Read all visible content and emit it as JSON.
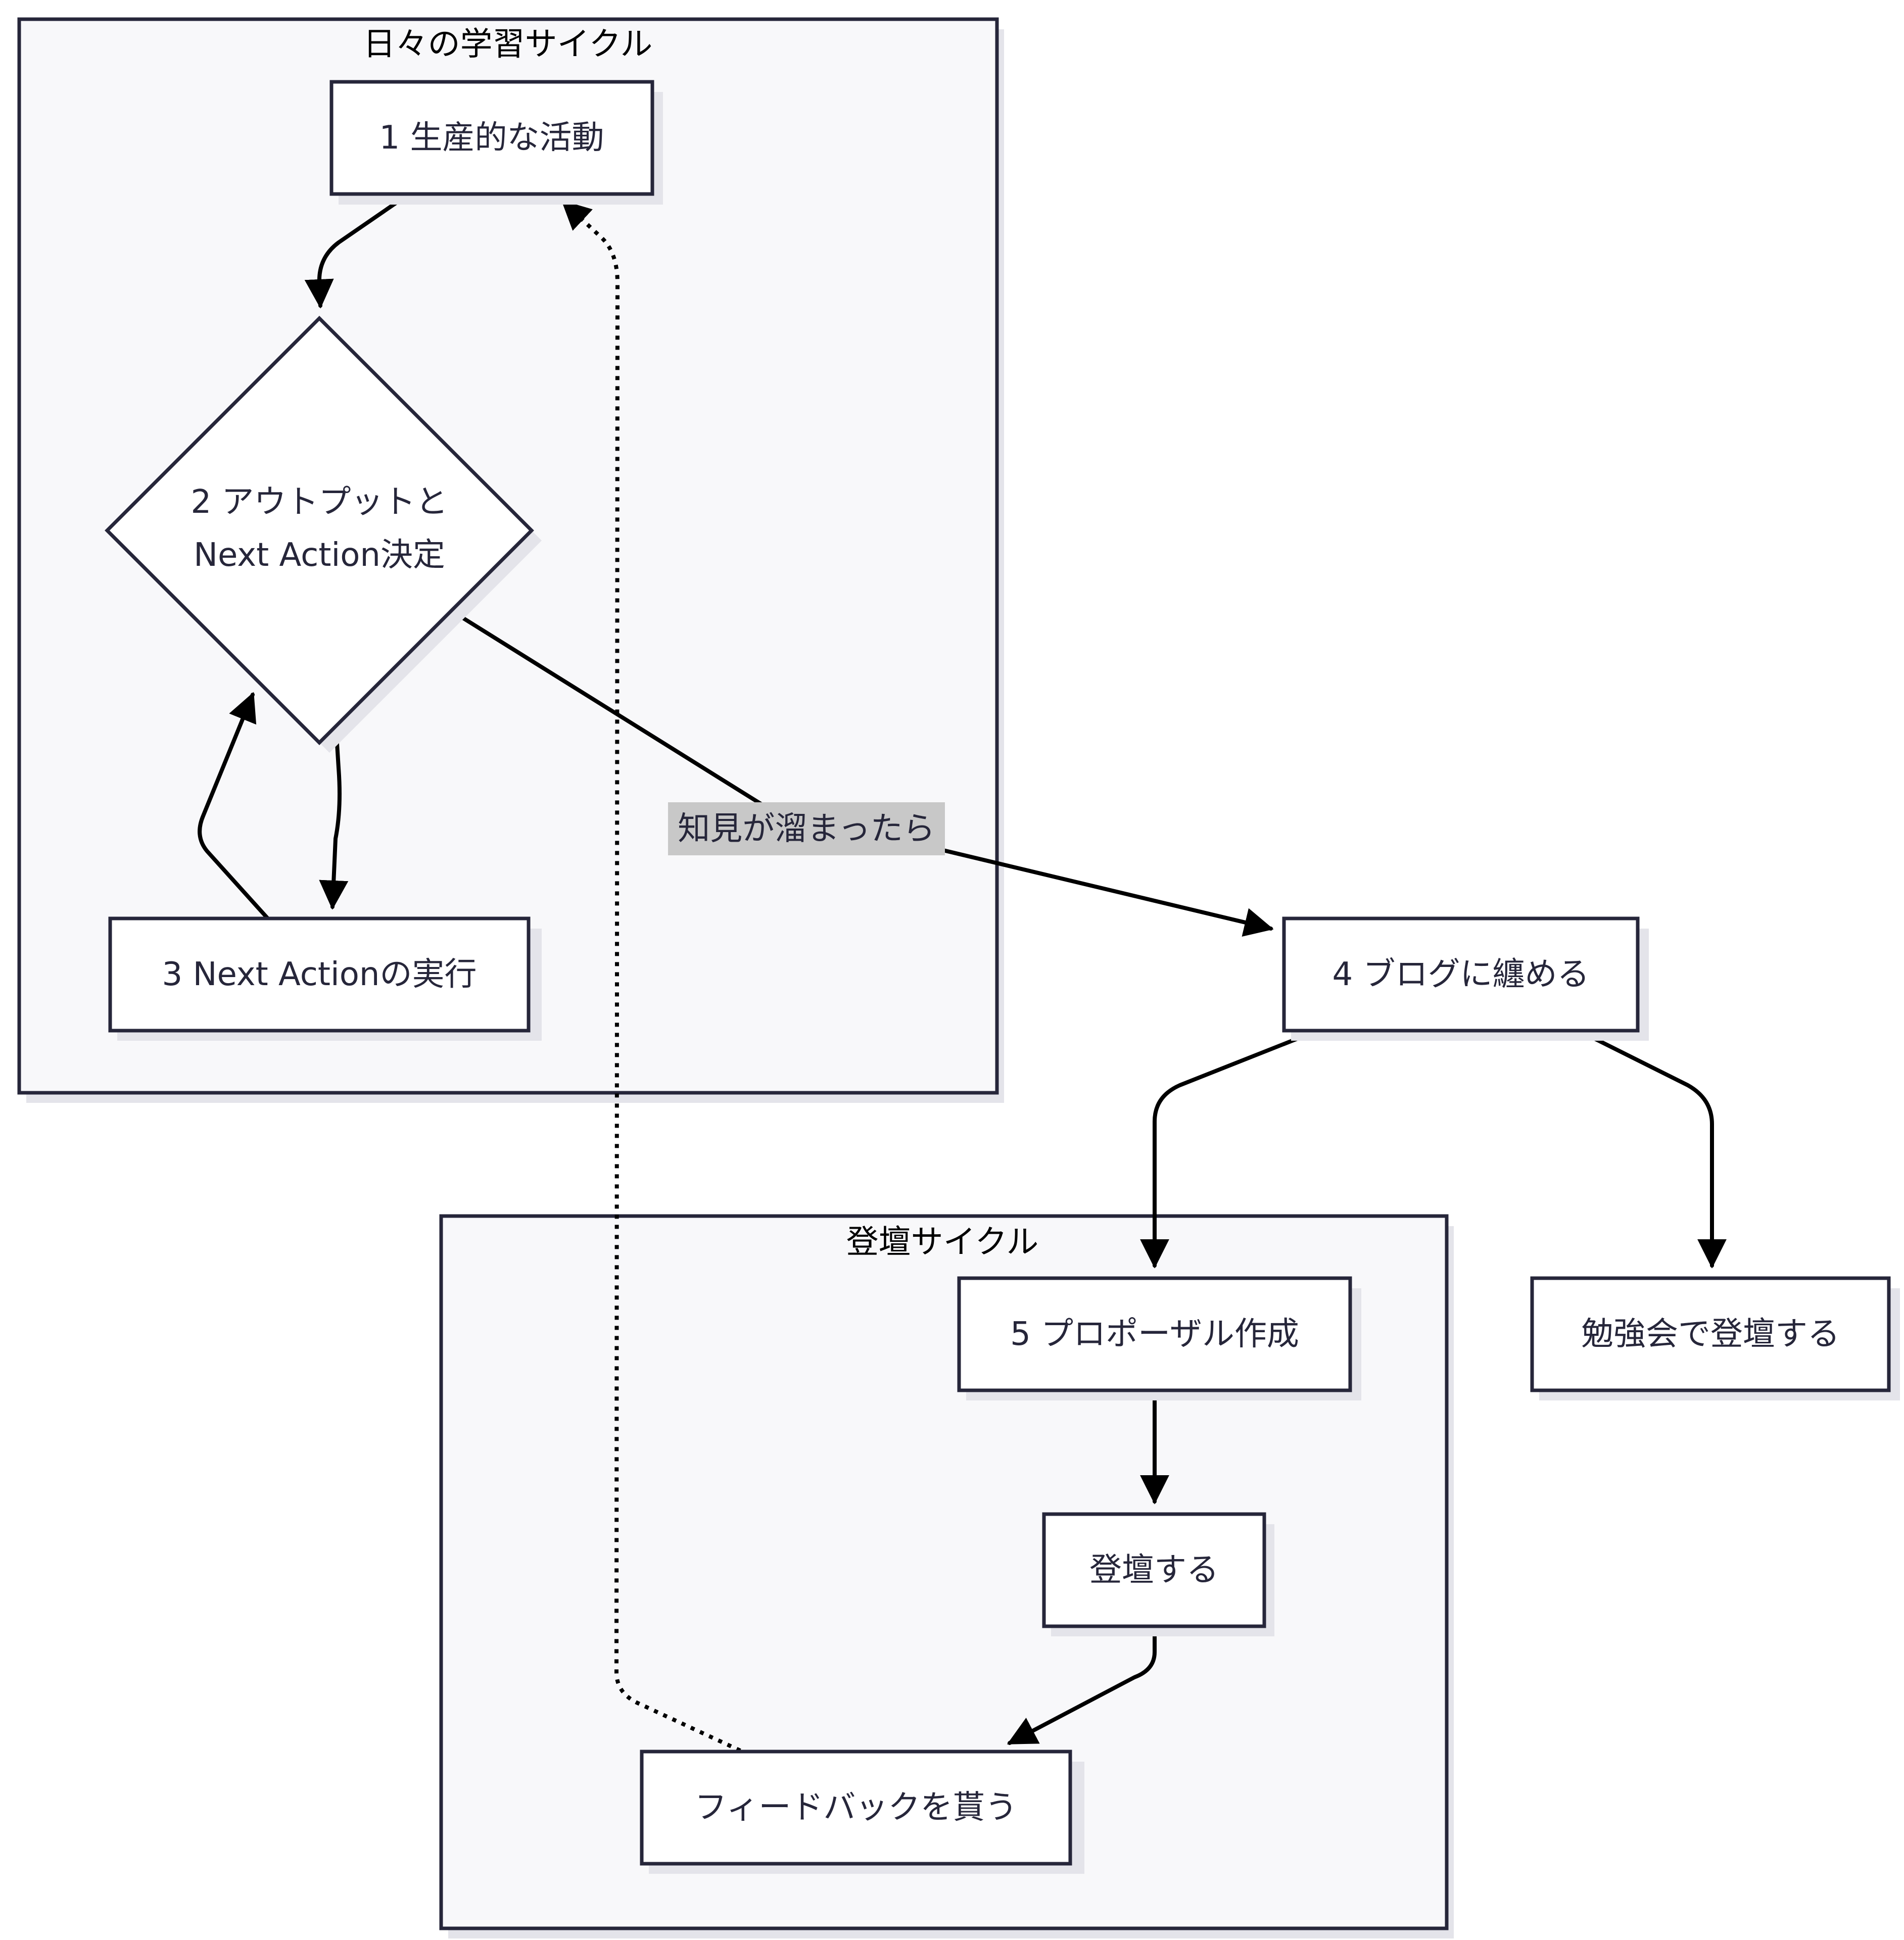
{
  "clusters": {
    "daily": {
      "title": "日々の学習サイクル"
    },
    "speaking": {
      "title": "登壇サイクル"
    }
  },
  "nodes": {
    "n1": {
      "label": "1 生産的な活動"
    },
    "n2": {
      "line1": "2 アウトプットと",
      "line2": "Next Action決定"
    },
    "n3": {
      "label": "3 Next Actionの実行"
    },
    "n4": {
      "label": "4 ブログに纏める"
    },
    "n5": {
      "label": "5 プロポーザル作成"
    },
    "n6": {
      "label": "登壇する"
    },
    "n7": {
      "label": "フィードバックを貰う"
    },
    "n8": {
      "label": "勉強会で登壇する"
    }
  },
  "edges": {
    "e2_4": {
      "label": "知見が溜まったら"
    }
  },
  "colors": {
    "stroke": "#26263a",
    "cluster_fill": "#f8f8fa",
    "node_fill": "#ffffff",
    "edge": "#000000",
    "edge_label_bg": "#c8c8c8"
  }
}
